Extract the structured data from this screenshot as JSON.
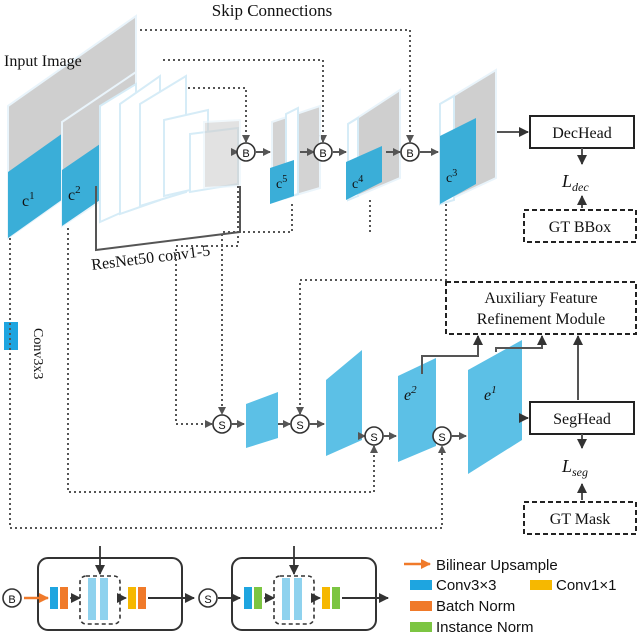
{
  "title": "Skip Connections",
  "input_label": "Input Image",
  "backbone_label": "ResNet50 conv1-5",
  "conv_label": "Conv3x3",
  "features": {
    "c1": "c",
    "c1_sup": "1",
    "c2": "c",
    "c2_sup": "2",
    "c3": "c",
    "c3_sup": "3",
    "c4": "c",
    "c4_sup": "4",
    "c5": "c",
    "c5_sup": "5",
    "e1": "e",
    "e1_sup": "1",
    "e2": "e",
    "e2_sup": "2"
  },
  "ops": {
    "bilinear": "B",
    "skip": "S"
  },
  "heads": {
    "dec_head": "DecHead",
    "seg_head": "SegHead",
    "l_dec": "L",
    "l_dec_sub": "dec",
    "l_seg": "L",
    "l_seg_sub": "seg",
    "gt_bbox": "GT BBox",
    "gt_mask": "GT Mask",
    "afrm_line1": "Auxiliary Feature",
    "afrm_line2": "Refinement Module"
  },
  "legend": {
    "bilinear_upsample": "Bilinear Upsample",
    "conv3x3": "Conv3×3",
    "conv1x1": "Conv1×1",
    "batch_norm": "Batch Norm",
    "instance_norm": "Instance Norm"
  },
  "colors": {
    "blue": "#1ea5e0",
    "orange": "#f07a2a",
    "yellow": "#f6b800",
    "green": "#7cc542",
    "gray": "#cfcfcf"
  }
}
